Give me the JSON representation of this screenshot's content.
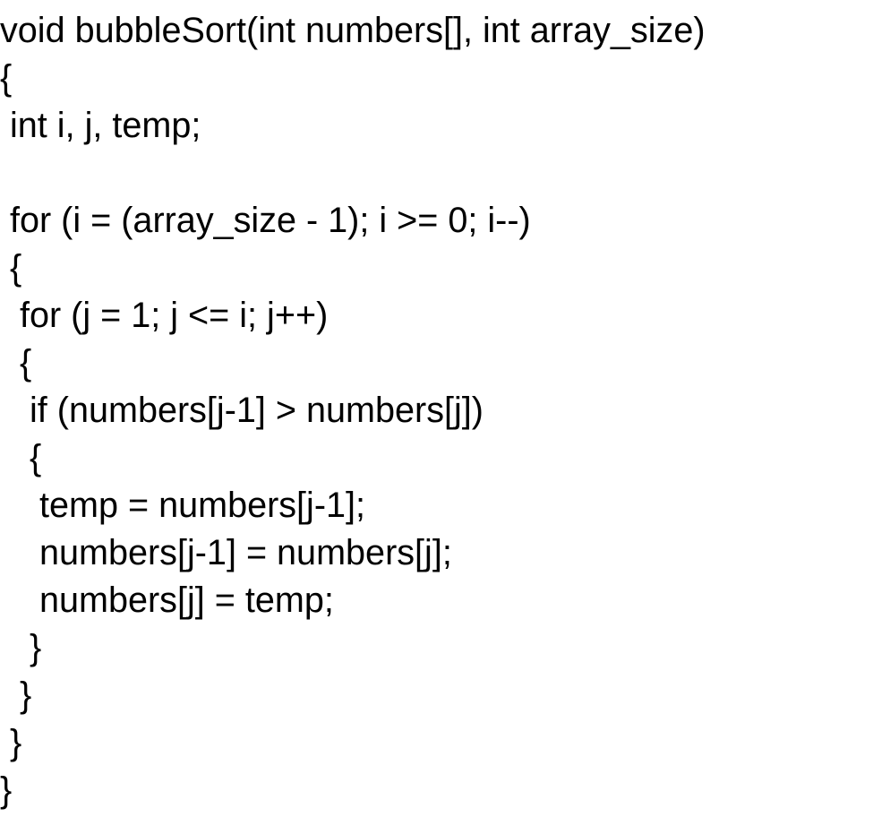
{
  "code": {
    "lines": [
      "void bubbleSort(int numbers[], int array_size)",
      "{",
      " int i, j, temp;",
      "",
      " for (i = (array_size - 1); i >= 0; i--)",
      " {",
      "  for (j = 1; j <= i; j++)",
      "  {",
      "   if (numbers[j-1] > numbers[j])",
      "   {",
      "    temp = numbers[j-1];",
      "    numbers[j-1] = numbers[j];",
      "    numbers[j] = temp;",
      "   }",
      "  }",
      " }",
      "}"
    ]
  }
}
